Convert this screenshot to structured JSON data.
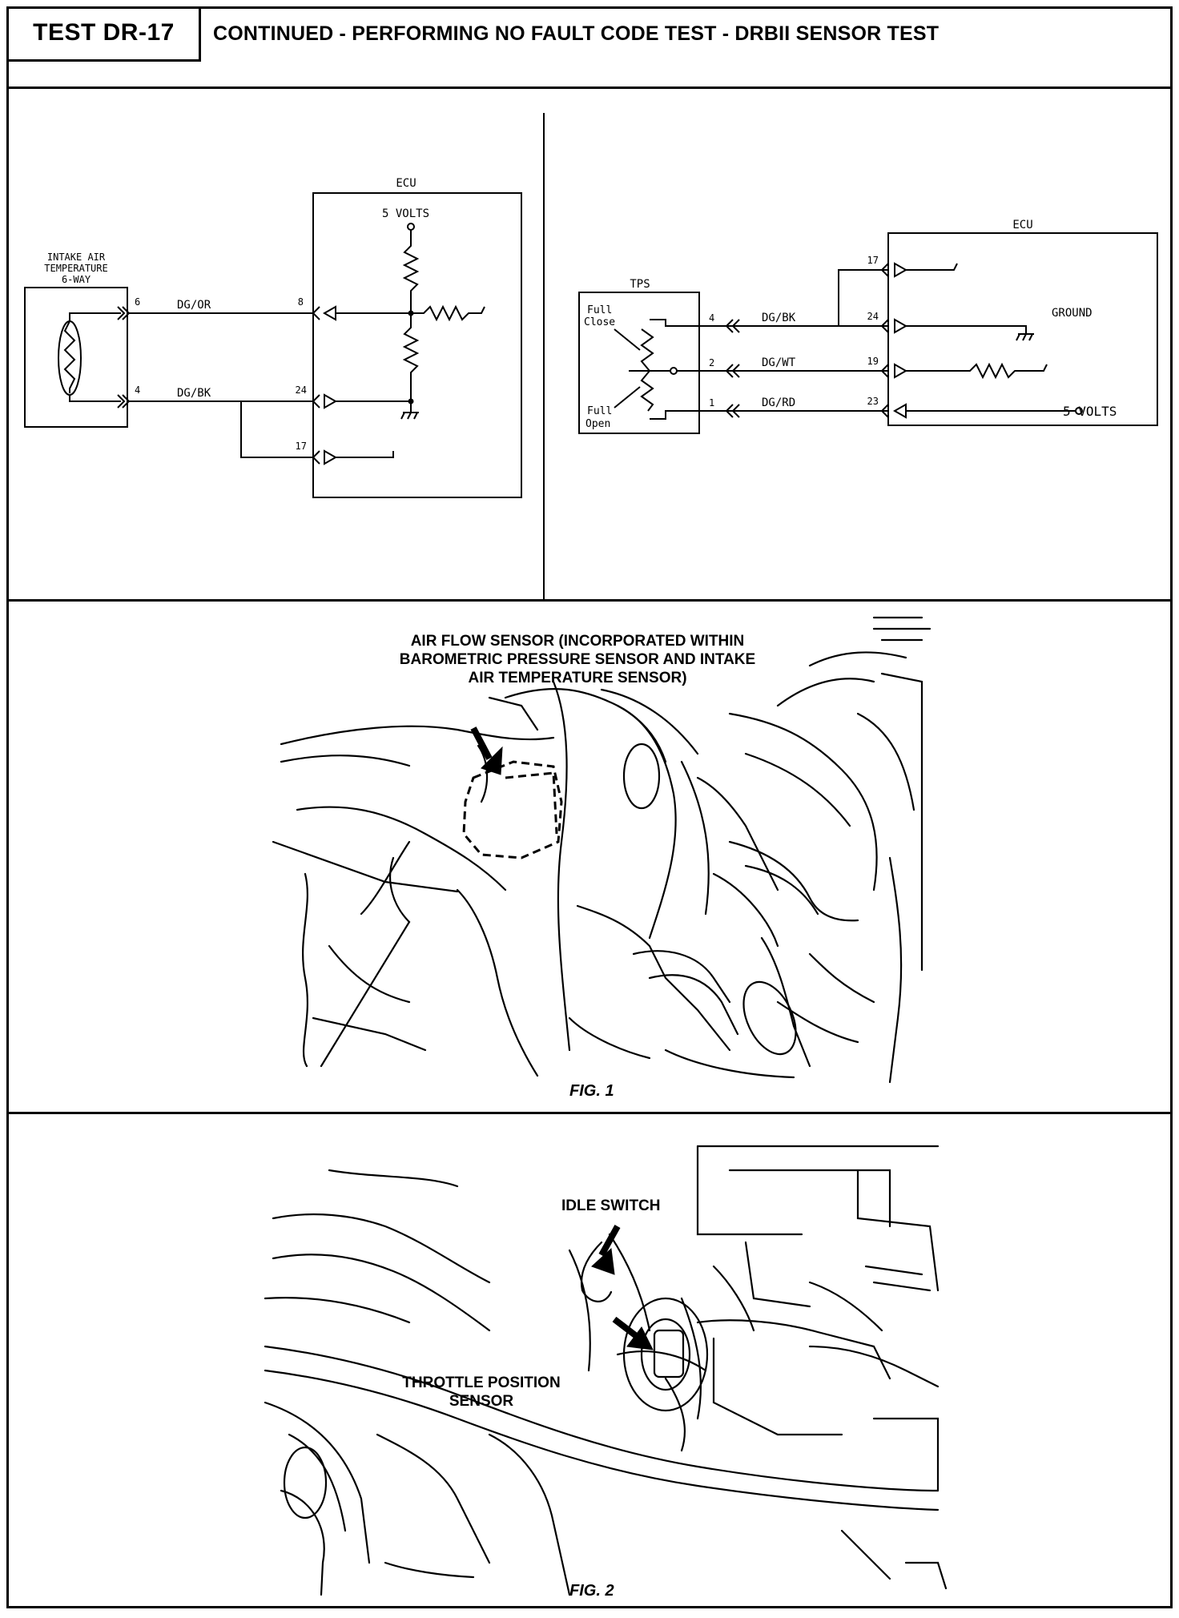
{
  "header": {
    "test_id": "TEST DR-17",
    "title": "CONTINUED - PERFORMING NO FAULT CODE TEST - DRBII SENSOR TEST"
  },
  "schematic_left": {
    "ecu_label": "ECU",
    "ecu_supply": "5 VOLTS",
    "sensor_label": [
      "INTAKE AIR",
      "TEMPERATURE",
      "6-WAY"
    ],
    "wire_top": "DG/OR",
    "wire_bottom": "DG/BK",
    "sensor_pin_top": "6",
    "sensor_pin_bottom": "4",
    "ecu_pin_top": "8",
    "ecu_pin_mid": "24",
    "ecu_pin_bottom": "17"
  },
  "schematic_right": {
    "ecu_label": "ECU",
    "tps_label": "TPS",
    "full_close": [
      "Full",
      "Close"
    ],
    "full_open": [
      "Full",
      "Open"
    ],
    "wires": [
      "DG/BK",
      "DG/WT",
      "DG/RD"
    ],
    "tps_pins": [
      "4",
      "2",
      "1"
    ],
    "ecu_pins": [
      "17",
      "24",
      "19",
      "23"
    ],
    "ground_label": "GROUND",
    "supply_label": "5 VOLTS"
  },
  "figure1": {
    "callout": [
      "AIR FLOW SENSOR (INCORPORATED WITHIN",
      "BAROMETRIC PRESSURE SENSOR AND INTAKE",
      "AIR TEMPERATURE SENSOR)"
    ],
    "caption": "FIG. 1"
  },
  "figure2": {
    "idle_switch": "IDLE SWITCH",
    "tps_callout": [
      "THROTTLE POSITION",
      "SENSOR"
    ],
    "caption": "FIG. 2"
  }
}
